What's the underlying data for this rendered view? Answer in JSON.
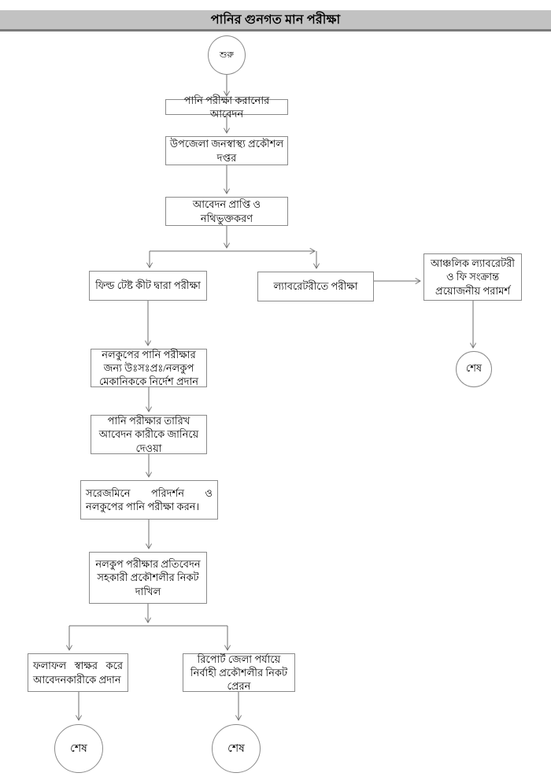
{
  "header": {
    "title": "পানির গুনগত মান পরীক্ষা"
  },
  "flowchart": {
    "start_label": "শুরু",
    "end_label": "শেষ",
    "nodes": {
      "apply": "পানি পরীক্ষা করানোর আবেদন",
      "office": "উপজেলা জনস্বাস্থ্য প্রকৌশল দপ্তর",
      "receive": "আবেদন প্রাপ্তি ও নথিভুক্তকরণ",
      "field_test": "ফিল্ড টেষ্ট কীট দ্বারা পরীক্ষা",
      "lab_test": "ল্যাবরেটরীতে পরীক্ষা",
      "lab_advice": "আঞ্চলিক ল্যাবরেটরী ও ফি সংক্রান্ত প্রয়োজনীয় পরামর্শ",
      "instruct": "নলকুপের পানি পরীক্ষার জন্য উঃসঃপ্রঃ/নলকুপ মেকানিককে নির্দেশ প্রদান",
      "inform_date": "পানি পরীক্ষার তারিখ আবেদন কারীকে জানিয়ে দেওয়া",
      "inspect": "সরেজমিনে পরিদর্শন ও নলকুপের পানি পরীক্ষা করন।",
      "report": "নলকুপ পরীক্ষার প্রতিবেদন সহকারী প্রকৌশলীর নিকট দাখিল",
      "result": "ফলাফল স্বাক্ষর করে আবেদনকারীকে প্রদান",
      "send_report": "রিপোর্ট জেলা পর্যায়ে নির্বাহী প্রকৌশলীর নিকট প্রেরন"
    }
  },
  "colors": {
    "header_bg": "#c2c2c2",
    "header_border": "#7b7b7b",
    "line_color": "#6e6e6e",
    "box_border": "#8a8a8a",
    "box_bg": "#ffffff"
  }
}
